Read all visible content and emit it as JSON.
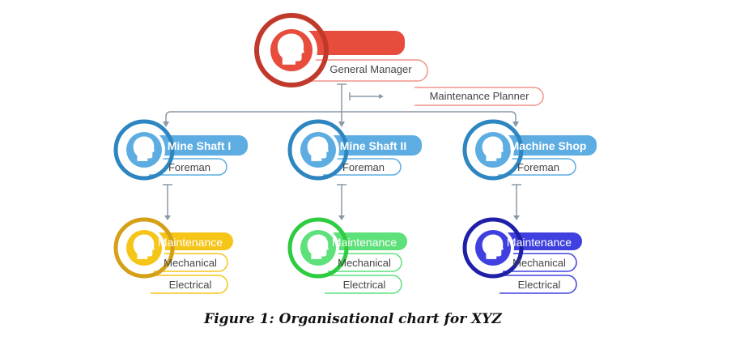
{
  "top": {
    "title": "General Manager",
    "color": "#c0392b",
    "bar_color": "#e74c3c",
    "pill_border": "#f1948a"
  },
  "staff": {
    "label": "Maintenance Planner",
    "border": "#f1948a"
  },
  "units": [
    {
      "title": "Mine Shaft I",
      "subtitle": "Foreman",
      "color": "#2e86c1",
      "light": "#5dade2"
    },
    {
      "title": "Mine Shaft II",
      "subtitle": "Foreman",
      "color": "#2e86c1",
      "light": "#5dade2"
    },
    {
      "title": "Machine Shop",
      "subtitle": "Foreman",
      "color": "#2e86c1",
      "light": "#5dade2"
    }
  ],
  "maintenance": [
    {
      "title": "Maintenance",
      "items": [
        "Mechanical",
        "Electrical"
      ],
      "color": "#d4a017",
      "light": "#f5c518"
    },
    {
      "title": "Maintenance",
      "items": [
        "Mechanical",
        "Electrical"
      ],
      "color": "#2ecc40",
      "light": "#5ee07a"
    },
    {
      "title": "Maintenance",
      "items": [
        "Mechanical",
        "Electrical"
      ],
      "color": "#1f1fa8",
      "light": "#4040e0"
    }
  ],
  "caption": "Figure 1: Organisational chart for XYZ"
}
